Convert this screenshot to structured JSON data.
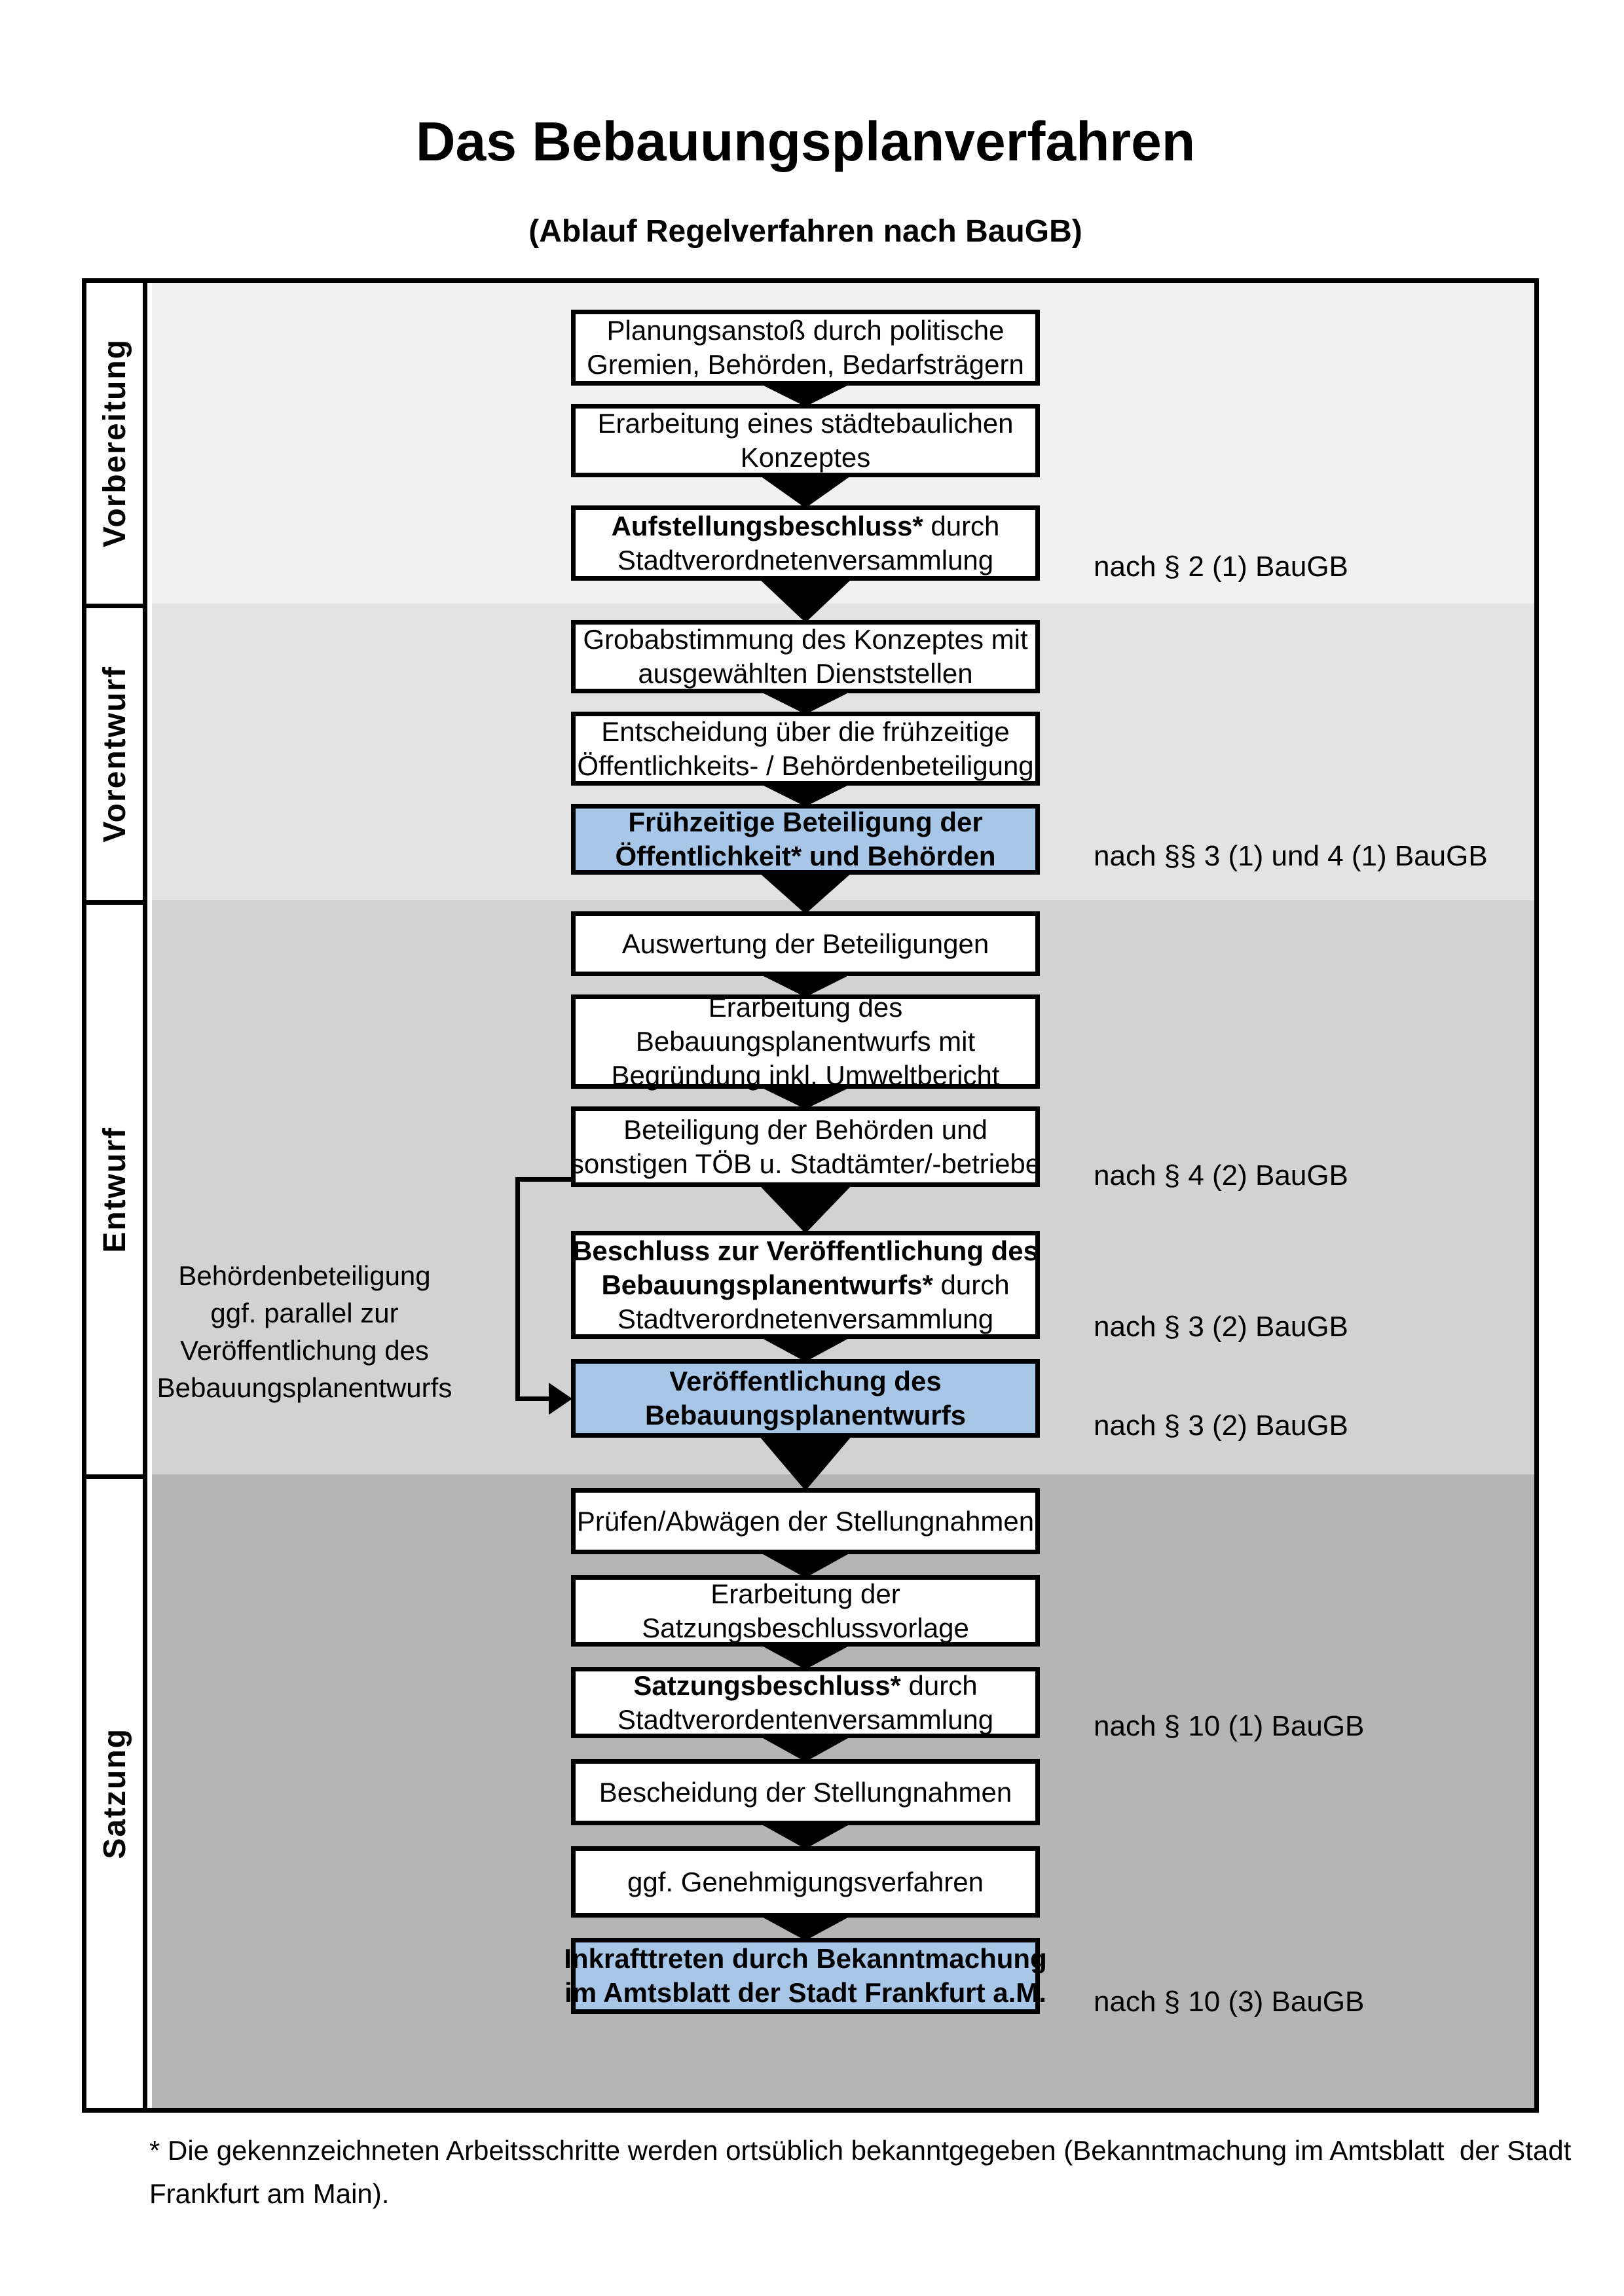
{
  "title": "Das Bebauungsplanverfahren",
  "subtitle": "(Ablauf Regelverfahren nach BauGB)",
  "phases": [
    {
      "label": "Vorbereitung"
    },
    {
      "label": "Vorentwurf"
    },
    {
      "label": "Entwurf"
    },
    {
      "label": "Satzung"
    }
  ],
  "steps": [
    {
      "lines": [
        {
          "rest": "Planungsanstoß durch politische"
        },
        {
          "rest": "Gremien, Behörden, Bedarfsträgern"
        }
      ]
    },
    {
      "lines": [
        {
          "rest": "Erarbeitung eines städtebaulichen"
        },
        {
          "rest": "Konzeptes"
        }
      ]
    },
    {
      "lines": [
        {
          "bold": "Aufstellungsbeschluss*",
          "rest": " durch"
        },
        {
          "rest": "Stadtverordnetenversammlung"
        }
      ]
    },
    {
      "lines": [
        {
          "rest": "Grobabstimmung des Konzeptes mit"
        },
        {
          "rest": "ausgewählten Dienststellen"
        }
      ]
    },
    {
      "lines": [
        {
          "rest": "Entscheidung über die frühzeitige"
        },
        {
          "rest": "Öffentlichkeits- / Behördenbeteiligung"
        }
      ]
    },
    {
      "lines": [
        {
          "bold": "Frühzeitige Beteiligung der"
        },
        {
          "bold": "Öffentlichkeit* und Behörden"
        }
      ],
      "highlighted": true
    },
    {
      "lines": [
        {
          "rest": "Auswertung der Beteiligungen"
        }
      ]
    },
    {
      "lines": [
        {
          "rest": "Erarbeitung des"
        },
        {
          "rest": "Bebauungsplanentwurfs mit"
        },
        {
          "rest": "Begründung inkl. Umweltbericht"
        }
      ]
    },
    {
      "lines": [
        {
          "rest": "Beteiligung der Behörden und"
        },
        {
          "rest": "sonstigen TÖB u. Stadtämter/-betriebe"
        }
      ]
    },
    {
      "lines": [
        {
          "bold": "Beschluss zur Veröffentlichung des"
        },
        {
          "bold": "Bebauungsplanentwurfs*",
          "rest": " durch"
        },
        {
          "rest": "Stadtverordnetenversammlung"
        }
      ]
    },
    {
      "lines": [
        {
          "bold": "Veröffentlichung des"
        },
        {
          "bold": "Bebauungsplanentwurfs"
        }
      ],
      "highlighted": true
    },
    {
      "lines": [
        {
          "rest": "Prüfen/Abwägen der Stellungnahmen"
        }
      ]
    },
    {
      "lines": [
        {
          "rest": "Erarbeitung der"
        },
        {
          "rest": "Satzungsbeschlussvorlage"
        }
      ]
    },
    {
      "lines": [
        {
          "bold": "Satzungsbeschluss*",
          "rest": " durch"
        },
        {
          "rest": "Stadtverordentenversammlung"
        }
      ]
    },
    {
      "lines": [
        {
          "rest": "Bescheidung der Stellungnahmen"
        }
      ]
    },
    {
      "lines": [
        {
          "rest": "ggf. Genehmigungsverfahren"
        }
      ]
    },
    {
      "lines": [
        {
          "bold": "Inkrafttreten",
          "rest": " durch Bekanntmachung"
        },
        {
          "rest": "im Amtsblatt der Stadt Frankfurt a.M."
        }
      ],
      "highlighted": true
    }
  ],
  "annotations": [
    {
      "text": "nach § 2 (1) BauGB"
    },
    {
      "text": "nach §§ 3 (1) und 4 (1) BauGB"
    },
    {
      "text": "nach § 4 (2) BauGB"
    },
    {
      "text": "nach § 3 (2) BauGB"
    },
    {
      "text": "nach § 3 (2) BauGB"
    },
    {
      "text": "nach § 10 (1) BauGB"
    },
    {
      "text": "nach § 10 (3) BauGB"
    }
  ],
  "side_note": {
    "lines": [
      "Behördenbeteiligung",
      "ggf. parallel zur",
      "Veröffentlichung des",
      "Bebauungsplanentwurfs"
    ]
  },
  "footnote": {
    "line1": "* Die gekennzeichneten Arbeitsschritte werden ortsüblich bekanntgegeben (Bekanntmachung im Amtsblatt  der Stadt",
    "line2": "Frankfurt am Main)."
  },
  "colors": {
    "highlight": "#a7c6e8",
    "phase1_bg": "#f1f1f1",
    "phase2_bg": "#e3e3e3",
    "phase3_bg": "#d2d2d2",
    "phase4_bg": "#b5b5b5",
    "box_border": "#000000",
    "text": "#000000"
  }
}
